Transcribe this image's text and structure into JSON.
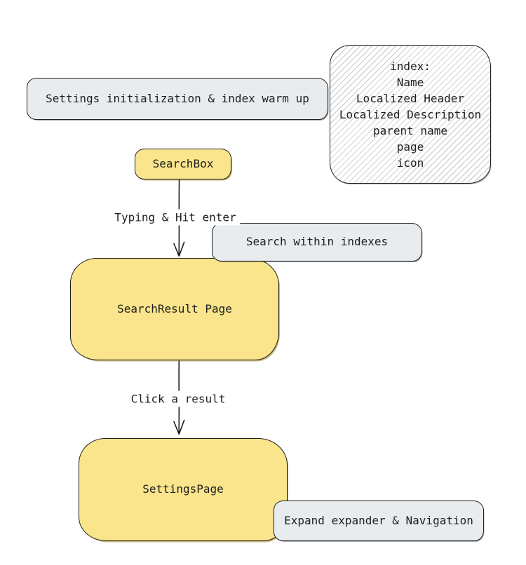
{
  "diagram": {
    "nodes": {
      "settings_init": {
        "label": "Settings initialization & index warm up"
      },
      "index_info": {
        "lines": [
          "index:",
          "Name",
          "Localized Header",
          "Localized Description",
          "parent name",
          "page",
          "icon"
        ]
      },
      "search_box": {
        "label": "SearchBox"
      },
      "search_within": {
        "label": "Search within indexes"
      },
      "search_result": {
        "label": "SearchResult Page"
      },
      "settings_page": {
        "label": "SettingsPage"
      },
      "expand_nav": {
        "label": "Expand expander & Navigation"
      }
    },
    "edges": {
      "typing": {
        "label": "Typing & Hit enter"
      },
      "click_result": {
        "label": "Click a result"
      }
    },
    "colors": {
      "yellow_fill": "#fae58c",
      "gray_fill": "#e9ecef",
      "stroke": "#1e1e1e",
      "hatch_line": "#d4d4d4",
      "canvas": "#ffffff"
    }
  }
}
